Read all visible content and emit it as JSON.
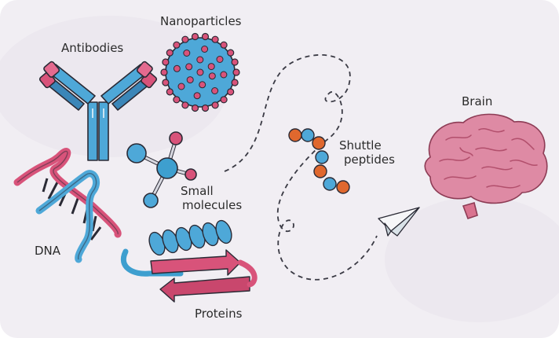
{
  "labels": {
    "antibodies": "Antibodies",
    "nanoparticles": "Nanoparticles",
    "small_molecules_line1": "Small",
    "small_molecules_line2": "molecules",
    "dna": "DNA",
    "proteins": "Proteins",
    "shuttle_line1": "Shuttle",
    "shuttle_line2": "peptides",
    "brain": "Brain"
  },
  "colors": {
    "background": "#f1eef3",
    "blue": "#3e9fcf",
    "blue_dark": "#2f6f96",
    "pink": "#d8537a",
    "pink_dark": "#a33656",
    "orange": "#e0682e",
    "brain": "#de8aa4",
    "brain_line": "#b24f6c",
    "outline": "#2a2a35"
  }
}
